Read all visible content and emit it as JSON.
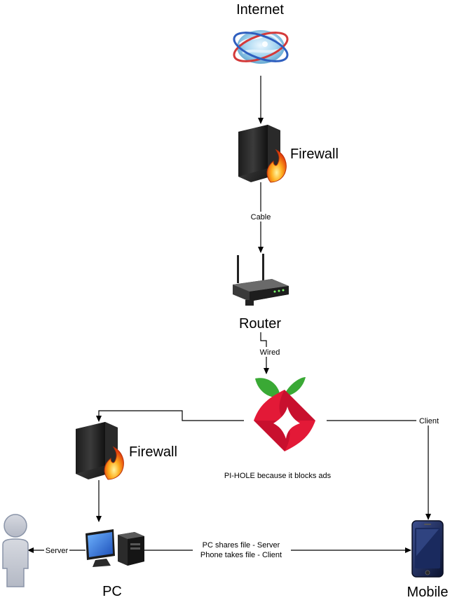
{
  "nodes": {
    "internet": {
      "label": "Internet",
      "icon": "internet-globe-icon"
    },
    "firewall_top": {
      "label": "Firewall",
      "icon": "firewall-icon"
    },
    "router": {
      "label": "Router",
      "icon": "router-icon"
    },
    "pihole": {
      "label": "PI-HOLE because it blocks ads",
      "icon": "pihole-logo-icon"
    },
    "firewall_left": {
      "label": "Firewall",
      "icon": "firewall-icon"
    },
    "user": {
      "label": "",
      "icon": "user-icon"
    },
    "pc": {
      "label": "PC",
      "icon": "desktop-pc-icon"
    },
    "mobile": {
      "label": "Mobile",
      "icon": "mobile-phone-icon"
    }
  },
  "edges": {
    "firewall_router": "Cable",
    "router_pihole": "Wired",
    "pihole_mobile": "Client",
    "pc_user": "Server",
    "pc_mobile_line1": "PC shares file - Server",
    "pc_mobile_line2": "Phone takes file - Client"
  },
  "colors": {
    "pihole_red": "#c8102e",
    "pihole_leaf": "#3aa935",
    "user_fill": "#c5c9d3",
    "user_stroke": "#8a94a8"
  }
}
